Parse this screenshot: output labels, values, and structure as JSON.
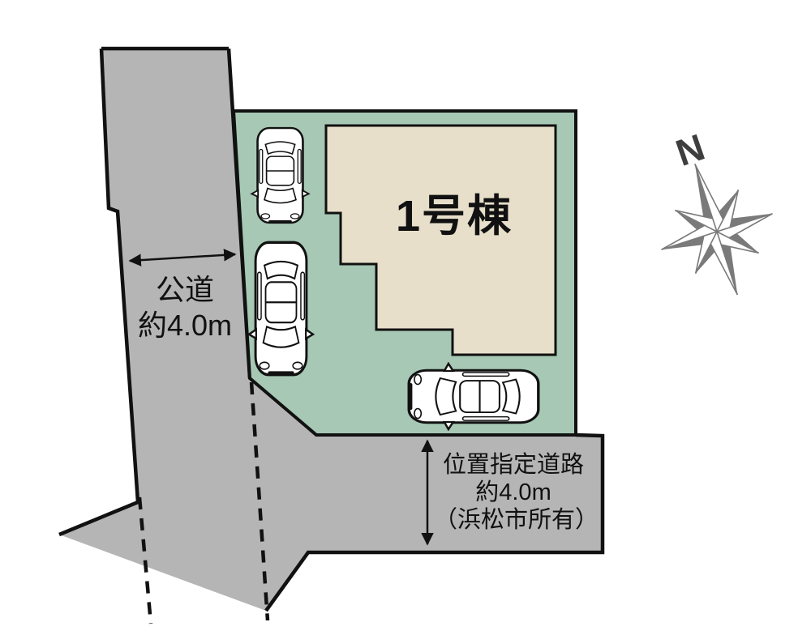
{
  "plan": {
    "building": {
      "label": "1号棟"
    },
    "left_road": {
      "line1": "公道",
      "line2": "約4.0m"
    },
    "bottom_road": {
      "line1": "位置指定道路",
      "line2": "約4.0m",
      "line3": "（浜松市所有）"
    },
    "compass": {
      "label": "N"
    },
    "cars_count": 3,
    "colors": {
      "road": "#b5b5b5",
      "plot": "#a6c8b4",
      "building": "#e7dfca",
      "outline": "#111111",
      "compass": "#7a7a7a",
      "car_body": "#ffffff"
    }
  }
}
